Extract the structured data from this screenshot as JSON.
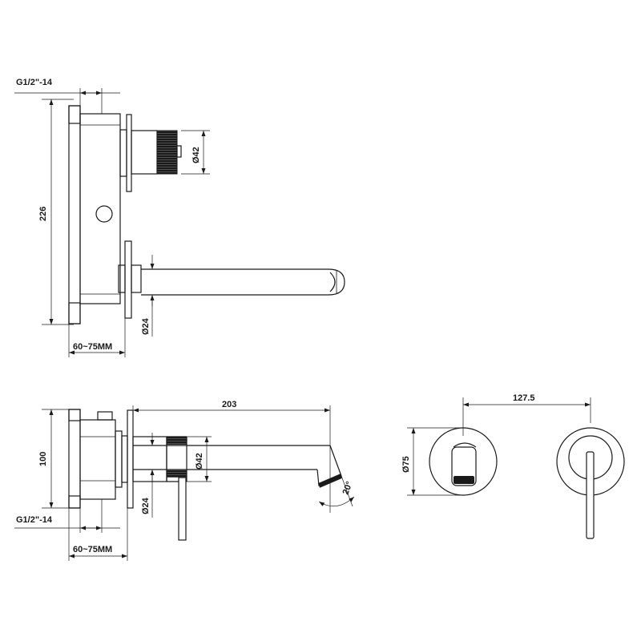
{
  "dimensions": {
    "top_thread": "G1/2\"-14",
    "top_height": "226",
    "top_handle_dia": "Ø42",
    "top_spout_dia": "Ø24",
    "top_wall_depth": "60~75MM",
    "bottom_spout_length": "203",
    "bottom_height": "100",
    "bottom_handle_dia": "Ø42",
    "bottom_spout_dia": "Ø24",
    "bottom_thread": "G1/2\"-14",
    "bottom_wall_depth": "60~75MM",
    "bottom_angle": "20°",
    "plate_spacing": "127.5",
    "plate_dia": "Ø75"
  }
}
